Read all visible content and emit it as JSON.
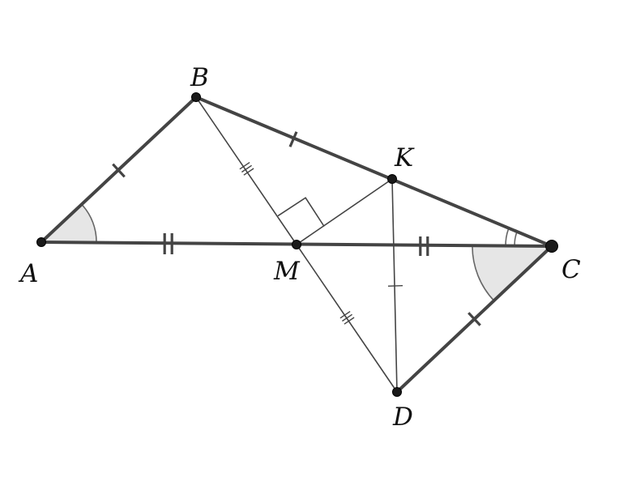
{
  "points": {
    "A": {
      "label": "A"
    },
    "B": {
      "label": "B"
    },
    "C": {
      "label": "C"
    },
    "D": {
      "label": "D"
    },
    "K": {
      "label": "K"
    },
    "M": {
      "label": "M"
    }
  },
  "colors": {
    "line": "#444444",
    "angle_fill": "#e6e6e6",
    "point": "#1a1a1a"
  }
}
